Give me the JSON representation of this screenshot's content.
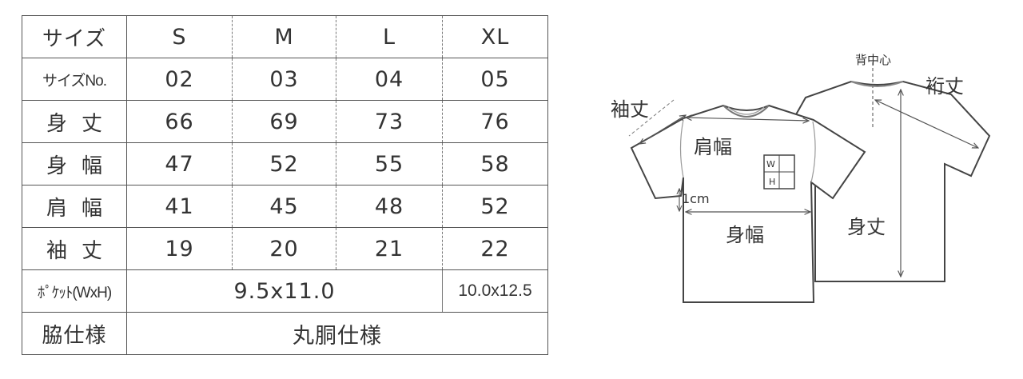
{
  "table": {
    "header": {
      "label": "サイズ",
      "sizes": [
        "S",
        "M",
        "L",
        "XL"
      ]
    },
    "rows": [
      {
        "label": "サイズNo.",
        "values": [
          "02",
          "03",
          "04",
          "05"
        ]
      },
      {
        "label": "身丈",
        "values": [
          "66",
          "69",
          "73",
          "76"
        ]
      },
      {
        "label": "身幅",
        "values": [
          "47",
          "52",
          "55",
          "58"
        ]
      },
      {
        "label": "肩幅",
        "values": [
          "41",
          "45",
          "48",
          "52"
        ]
      },
      {
        "label": "袖丈",
        "values": [
          "19",
          "20",
          "21",
          "22"
        ]
      }
    ],
    "pocket": {
      "label": "ﾎﾟｹｯﾄ(WxH)",
      "value_small": "9.5x11.0",
      "value_xl": "10.0x12.5"
    },
    "side": {
      "label": "脇仕様",
      "value": "丸胴仕様"
    }
  },
  "diagram": {
    "labels": {
      "back_center": "背中心",
      "sleeve_length": "袖丈",
      "yuki_length": "裄丈",
      "shoulder_width": "肩幅",
      "pocket_w": "W",
      "pocket_h": "H",
      "offset": "1cm",
      "body_width": "身幅",
      "body_length": "身丈"
    }
  }
}
